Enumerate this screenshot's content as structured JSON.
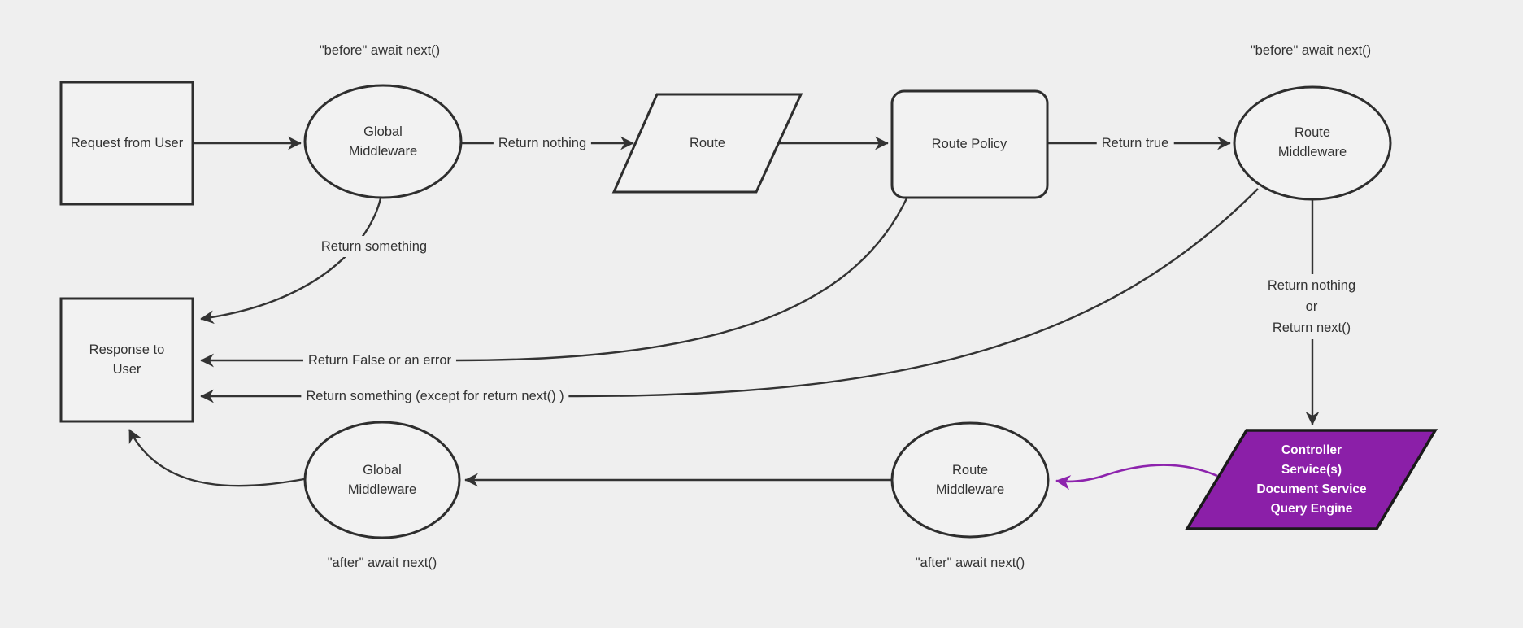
{
  "diagram": {
    "type": "flowchart",
    "colors": {
      "background": "#efefef",
      "node_fill": "#f2f2f2",
      "node_stroke": "#2e2e2e",
      "edge_stroke": "#333333",
      "text": "#333333",
      "controller_fill": "#8b1fa8",
      "controller_stroke": "#1a1a1a",
      "controller_text": "#ffffff",
      "purple_edge": "#8d23ad"
    },
    "nodes": {
      "request": {
        "label": "Request from User",
        "shape": "rectangle"
      },
      "global_before": {
        "label": "Global Middleware",
        "shape": "ellipse"
      },
      "route": {
        "label": "Route",
        "shape": "parallelogram"
      },
      "route_policy": {
        "label": "Route Policy",
        "shape": "rounded-rectangle"
      },
      "route_mw_before": {
        "label": "Route Middleware",
        "shape": "ellipse"
      },
      "response": {
        "label": "Response to User",
        "shape": "rectangle"
      },
      "global_after": {
        "label": "Global Middleware",
        "shape": "ellipse"
      },
      "route_mw_after": {
        "label": "Route Middleware",
        "shape": "ellipse"
      },
      "controller": {
        "shape": "parallelogram",
        "lines": [
          "Controller",
          "Service(s)",
          "Document Service",
          "Query Engine"
        ]
      }
    },
    "edge_labels": {
      "before_await_left": "\"before\" await next()",
      "before_await_right": "\"before\" await next()",
      "return_nothing": "Return nothing",
      "return_true": "Return true",
      "return_something": "Return something",
      "return_false": "Return False or an error",
      "return_something_except": "Return something (except for return next() )",
      "return_nothing_or": [
        "Return nothing",
        "or",
        "Return next()"
      ],
      "after_await_left": "\"after\" await next()",
      "after_await_right": "\"after\" await next()"
    }
  }
}
